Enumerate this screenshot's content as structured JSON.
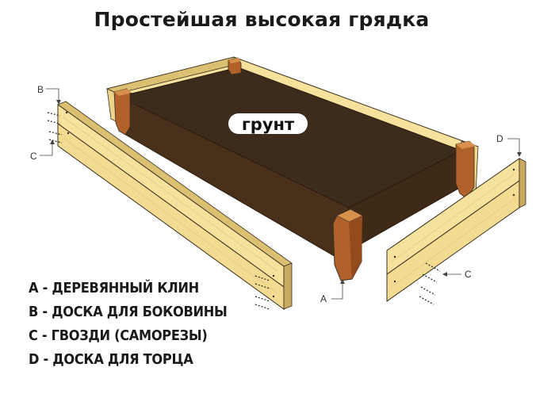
{
  "title": "Простейшая высокая грядка",
  "soil_label": "грунт",
  "callouts": {
    "a": "A",
    "b": "B",
    "c_left": "C",
    "c_right": "C",
    "d": "D"
  },
  "legend": [
    "А - ДЕРЕВЯННЫЙ КЛИН",
    "В - ДОСКА ДЛЯ БОКОВИНЫ",
    "С - ГВОЗДИ (САМОРЕЗЫ)",
    "D - ДОСКА ДЛЯ ТОРЦА"
  ],
  "colors": {
    "soil_top": "#3d2c1b",
    "soil_side": "#48301b",
    "wedge": "#b0622a",
    "board_face": "#f6e29c",
    "board_edge": "#dcc072",
    "outline": "#3a2f1f"
  }
}
